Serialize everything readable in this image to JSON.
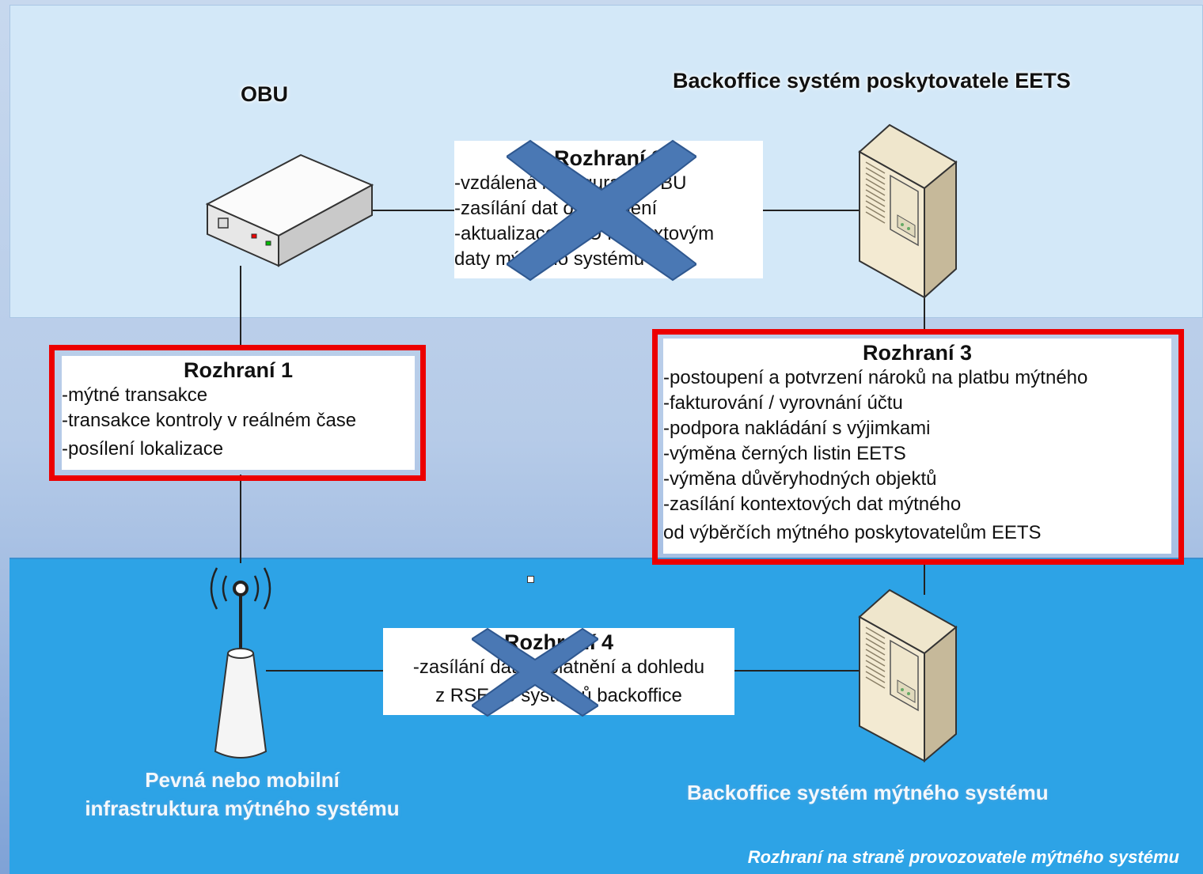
{
  "titles": {
    "obu": "OBU",
    "backoffice_eets": "Backoffice systém poskytovatele EETS",
    "infra": [
      "Pevná nebo mobilní",
      "infrastruktura mýtného systému"
    ],
    "backoffice_toll": "Backoffice systém mýtného systému",
    "footer": "Rozhraní na straně provozovatele mýtného systému"
  },
  "interface1": {
    "title": "Rozhraní 1",
    "items": [
      "-mýtné transakce",
      "-transakce kontroly v reálném čase",
      "-posílení lokalizace"
    ]
  },
  "interface2": {
    "title": "Rozhraní 2",
    "items": [
      "-vzdálená konfigurace OBU",
      "-zasílání dat o uplatnění",
      "-aktualizace OBU kontextovým",
      "daty mýtného systému"
    ]
  },
  "interface3": {
    "title": "Rozhraní 3",
    "items": [
      "-postoupení a potvrzení nároků na platbu mýtného",
      "-fakturování / vyrovnání účtu",
      "-podpora nakládání s výjimkami",
      "-výměna černých listin EETS",
      "-výměna důvěryhodných objektů",
      "-zasílání kontextových dat mýtného",
      "od výběrčích mýtného poskytovatelům EETS"
    ]
  },
  "interface4": {
    "title": "Rozhraní 4",
    "items": [
      "-zasílání dat o uplatnění a dohledu",
      "z RSE do systémů backoffice"
    ]
  },
  "colors": {
    "highlight": "#ec0000",
    "cross": "#4a78b4",
    "top_zone": "#d3e8f8",
    "bottom_zone": "#2da3e6"
  },
  "icons": [
    "obu-device-icon",
    "server-icon",
    "antenna-icon"
  ]
}
